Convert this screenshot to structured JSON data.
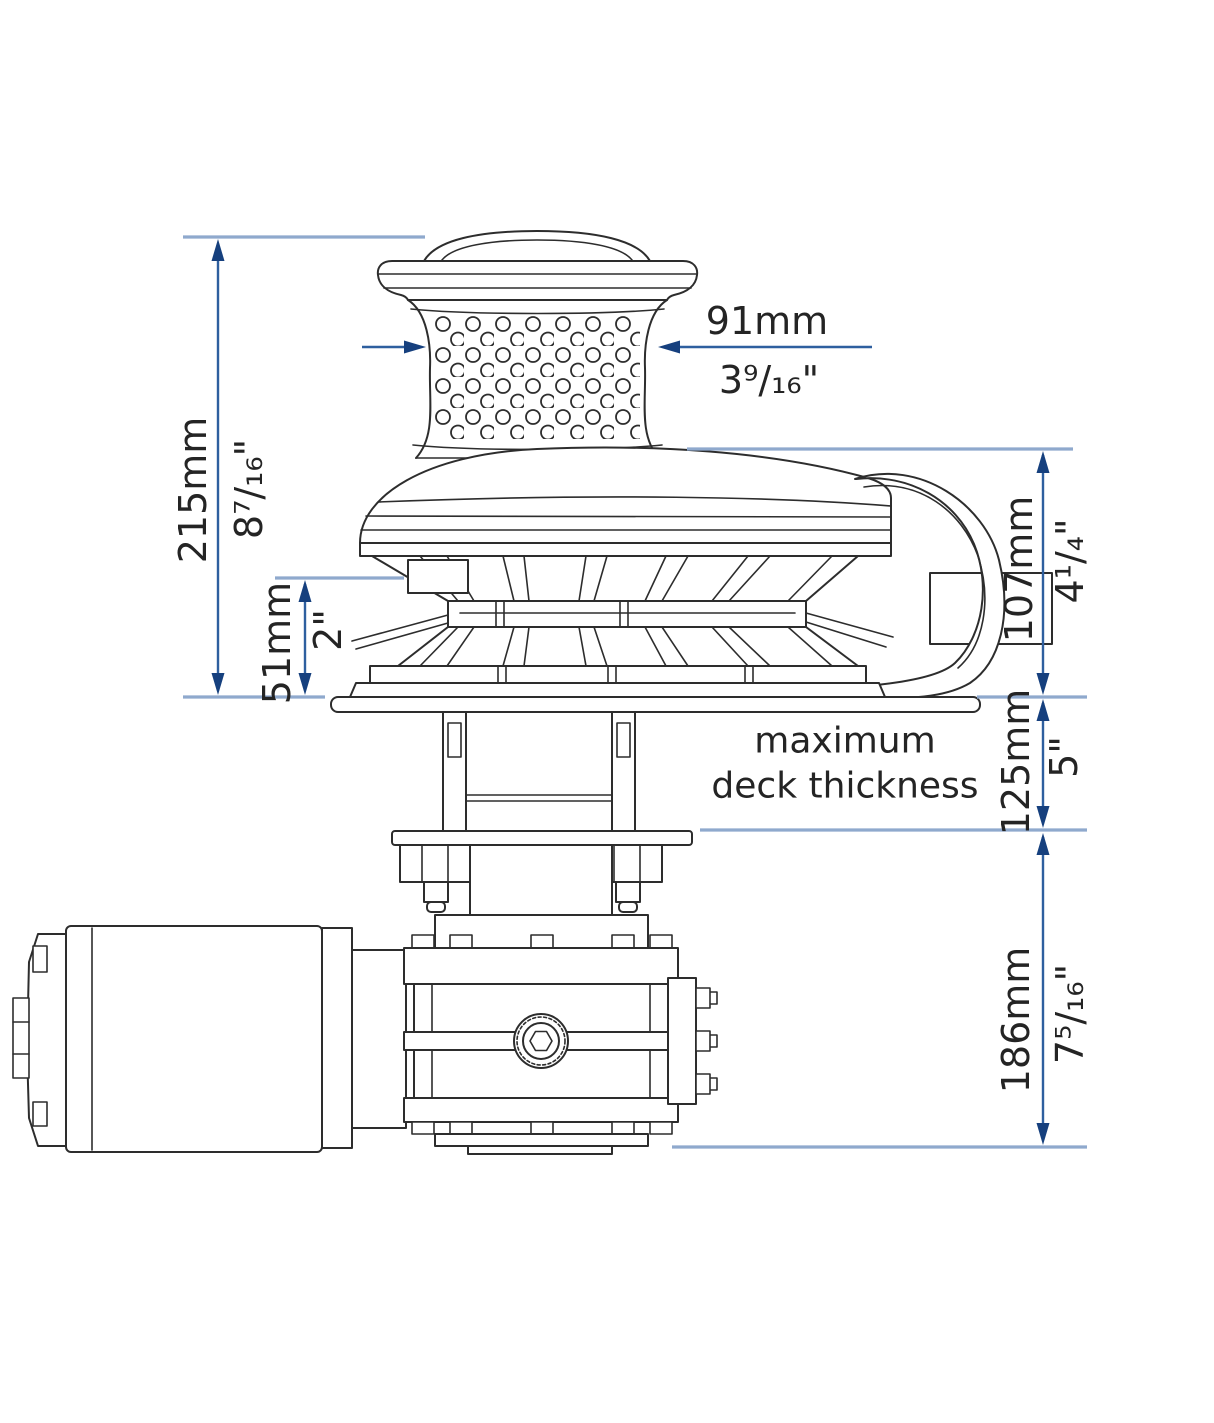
{
  "drawing": {
    "kind": "windlass-dimension-diagram",
    "note": {
      "line1": "maximum",
      "line2": "deck thickness"
    },
    "dims": {
      "drum_width": {
        "mm": "91mm",
        "inch": "3⁹/₁₆\""
      },
      "above_deck": {
        "mm": "215mm",
        "inch": "8⁷/₁₆\""
      },
      "stripper": {
        "mm": "51mm",
        "inch": "2\""
      },
      "housing": {
        "mm": "107mm",
        "inch": "4¹/₄\""
      },
      "deck": {
        "mm": "125mm",
        "inch": "5\""
      },
      "below_deck": {
        "mm": "186mm",
        "inch": "7⁵/₁₆\""
      }
    },
    "colors": {
      "line_art": "#2d2d2d",
      "dimension_line": "#2e5f9f",
      "arrow": "#16407e",
      "extension_line": "#8fa9cd",
      "text": "#242424",
      "background": "#ffffff"
    }
  }
}
